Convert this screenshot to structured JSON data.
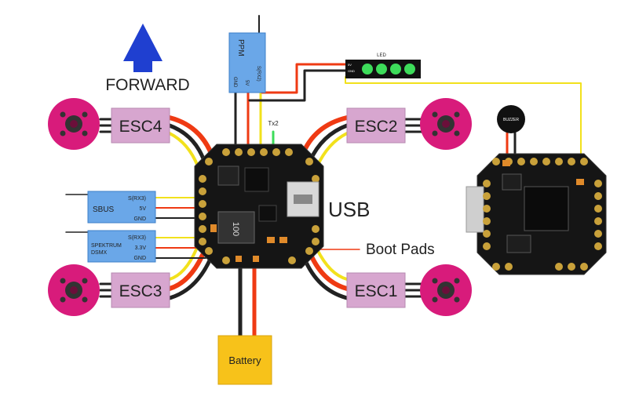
{
  "forward": {
    "label": "FORWARD"
  },
  "escs": [
    {
      "label": "ESC4"
    },
    {
      "label": "ESC2"
    },
    {
      "label": "ESC3"
    },
    {
      "label": "ESC1"
    }
  ],
  "ppm": {
    "title": "PPM",
    "pins": [
      "GND",
      "5V",
      "S(RX2)"
    ]
  },
  "tx2": {
    "label": "Tx2"
  },
  "led": {
    "title": "LED",
    "pins": [
      "5V",
      "GND"
    ]
  },
  "sbus": {
    "title": "SBUS",
    "pins": [
      "S(RX3)",
      "5V",
      "GND"
    ]
  },
  "spektrum": {
    "title_line1": "SPEKTRUM",
    "title_line2": "DSMX",
    "pins": [
      "S(RX3)",
      "3.3V",
      "GND"
    ]
  },
  "usb": {
    "label": "USB"
  },
  "boot_pads": {
    "label": "Boot Pads"
  },
  "battery": {
    "label": "Battery"
  },
  "buzzer": {
    "label": "BUZZER"
  },
  "inductor": {
    "label": "100"
  },
  "colors": {
    "motor": "#d81b7b",
    "esc": "#d7a6cf",
    "module": "#6aa7e8",
    "battery": "#f7c21a",
    "led_green": "#3ddc5a",
    "wire_red": "#ef3a13",
    "wire_yellow": "#f2e11c",
    "arrow": "#1f3fd0",
    "pcb": "#151515"
  }
}
